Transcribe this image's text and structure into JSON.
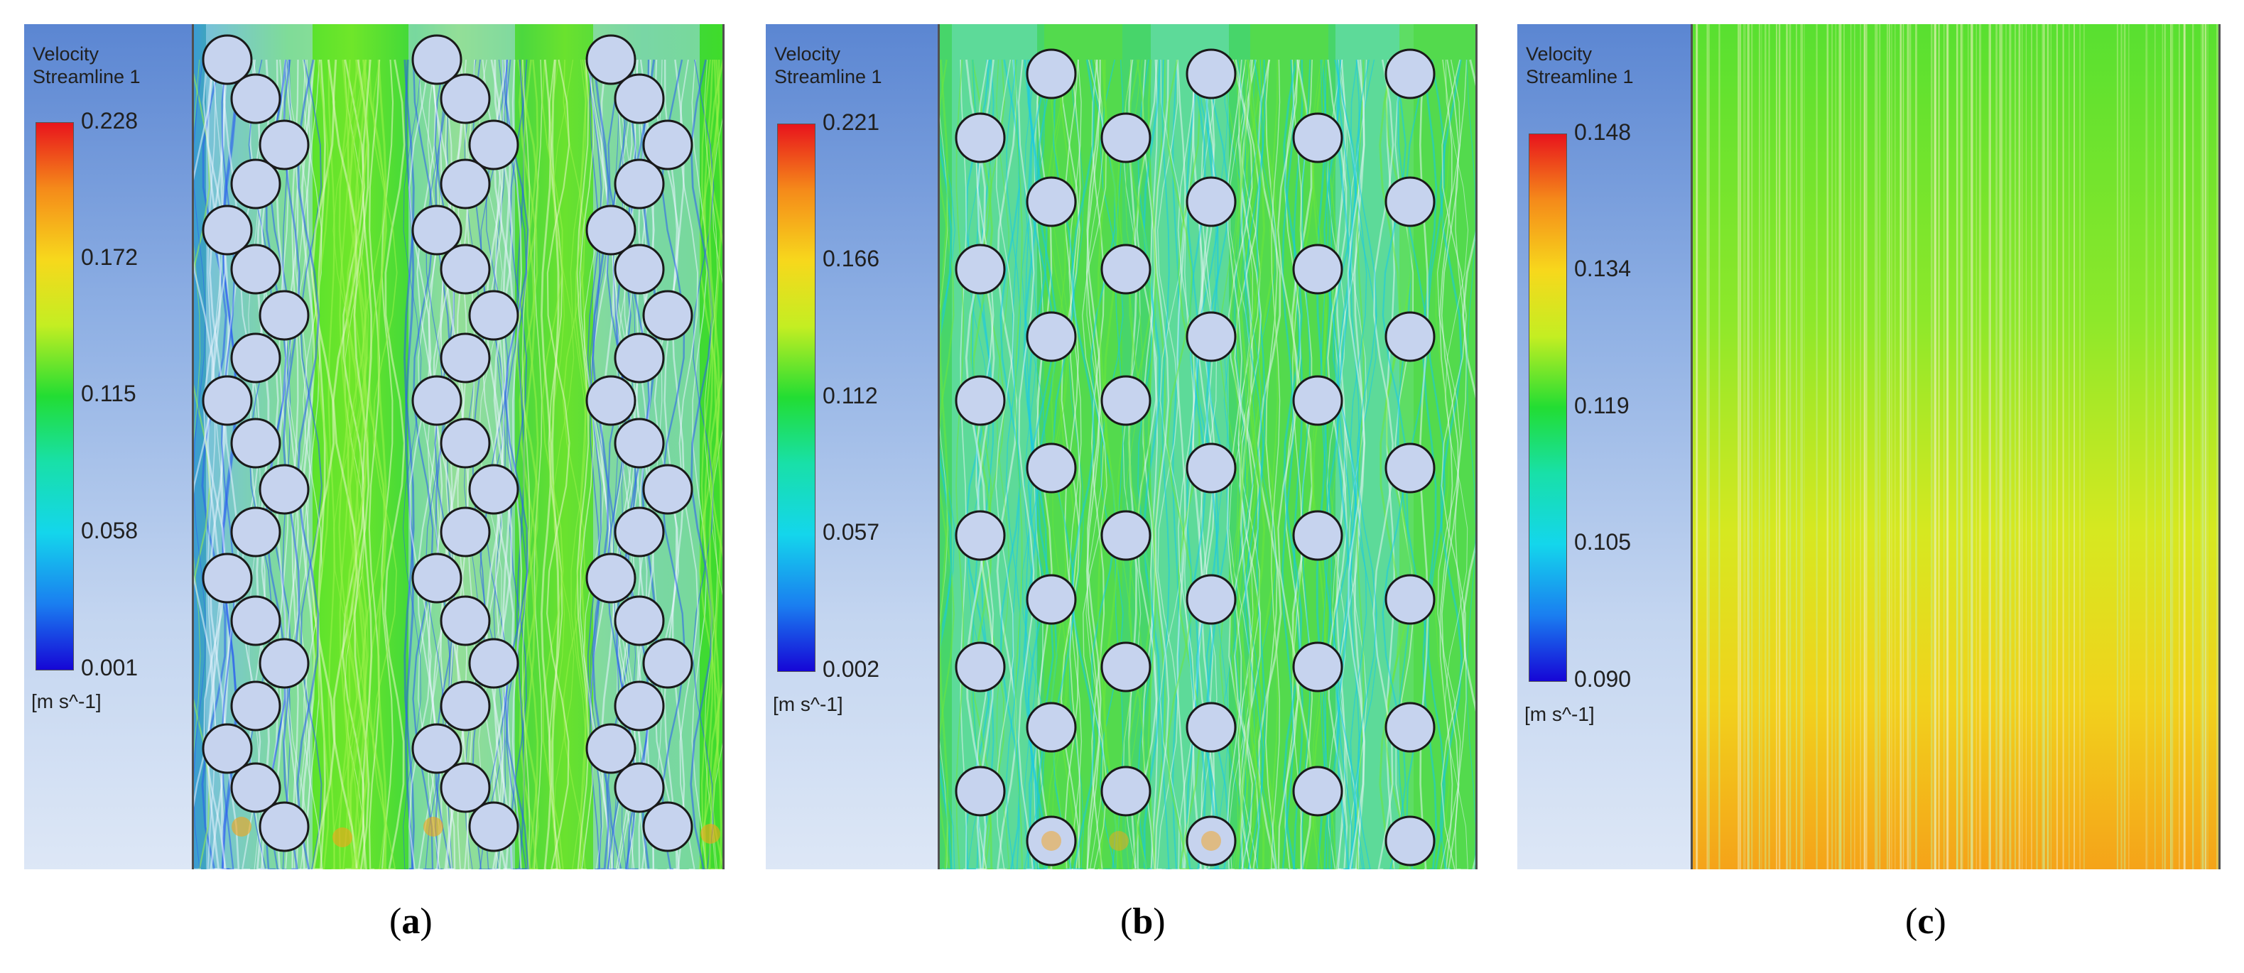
{
  "panels": [
    {
      "id": "a",
      "legend": {
        "title_line1": "Velocity",
        "title_line2": "Streamline 1",
        "ticks": [
          "0.228",
          "0.172",
          "0.115",
          "0.058",
          "0.001"
        ],
        "unit": "[m s^-1]"
      },
      "caption_letter": "a"
    },
    {
      "id": "b",
      "legend": {
        "title_line1": "Velocity",
        "title_line2": "Streamline 1",
        "ticks": [
          "0.221",
          "0.166",
          "0.112",
          "0.057",
          "0.002"
        ],
        "unit": "[m s^-1]"
      },
      "caption_letter": "b"
    },
    {
      "id": "c",
      "legend": {
        "title_line1": "Velocity",
        "title_line2": "Streamline 1",
        "ticks": [
          "0.148",
          "0.134",
          "0.119",
          "0.105",
          "0.090"
        ],
        "unit": "[m s^-1]"
      },
      "caption_letter": "c"
    }
  ],
  "colors": {
    "legend_bg_top": "#5b86d2",
    "cylinder_fill": "#c8d4ee",
    "flow_green": "#3fdc2a",
    "flow_yellow": "#f0d21e",
    "flow_orange": "#f5a319",
    "streamline_blue": "#2a5cf0"
  }
}
